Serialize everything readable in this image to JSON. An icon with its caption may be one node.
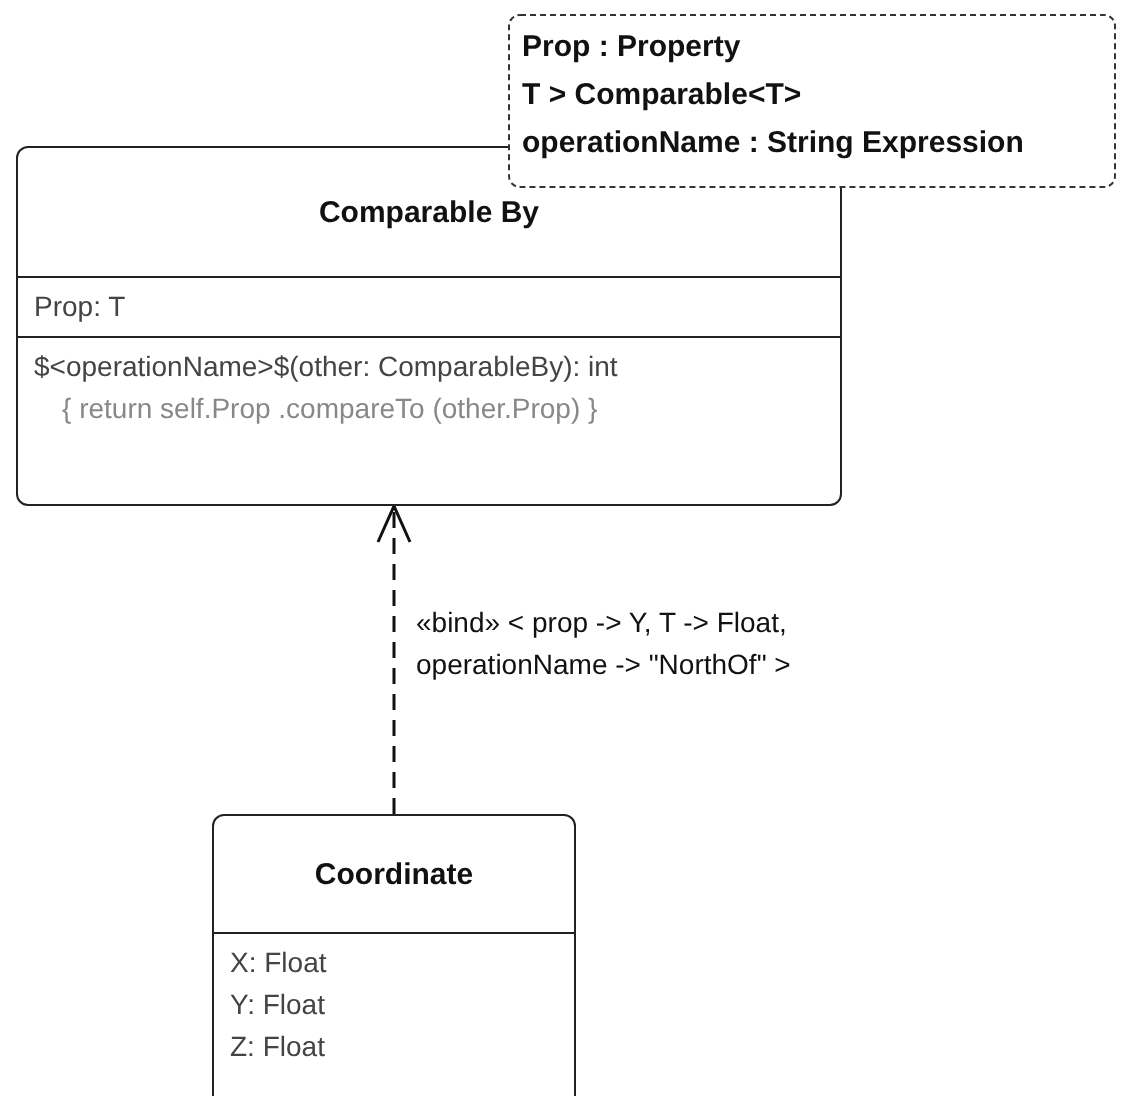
{
  "diagram": {
    "nodes": [
      {
        "text": [
          "Comparable By",
          "Prop: T",
          "$<operationName>$(other: ComparableBy): int",
          "{ return self.Prop .compareTo (other.Prop) }"
        ]
      },
      {
        "text": [
          "Prop : Property",
          "T > Comparable<T>",
          "operationName : String Expression"
        ]
      },
      {
        "text": [
          "Coordinate",
          "X: Float",
          "Y: Float",
          "Z: Float"
        ]
      }
    ],
    "edges": [
      {
        "from": 2,
        "to": 0,
        "arrow": "to",
        "style": "dashed",
        "label": "«bind» < prop -> Y, T -> Float, operationName -> \"NorthOf\" >"
      }
    ]
  }
}
